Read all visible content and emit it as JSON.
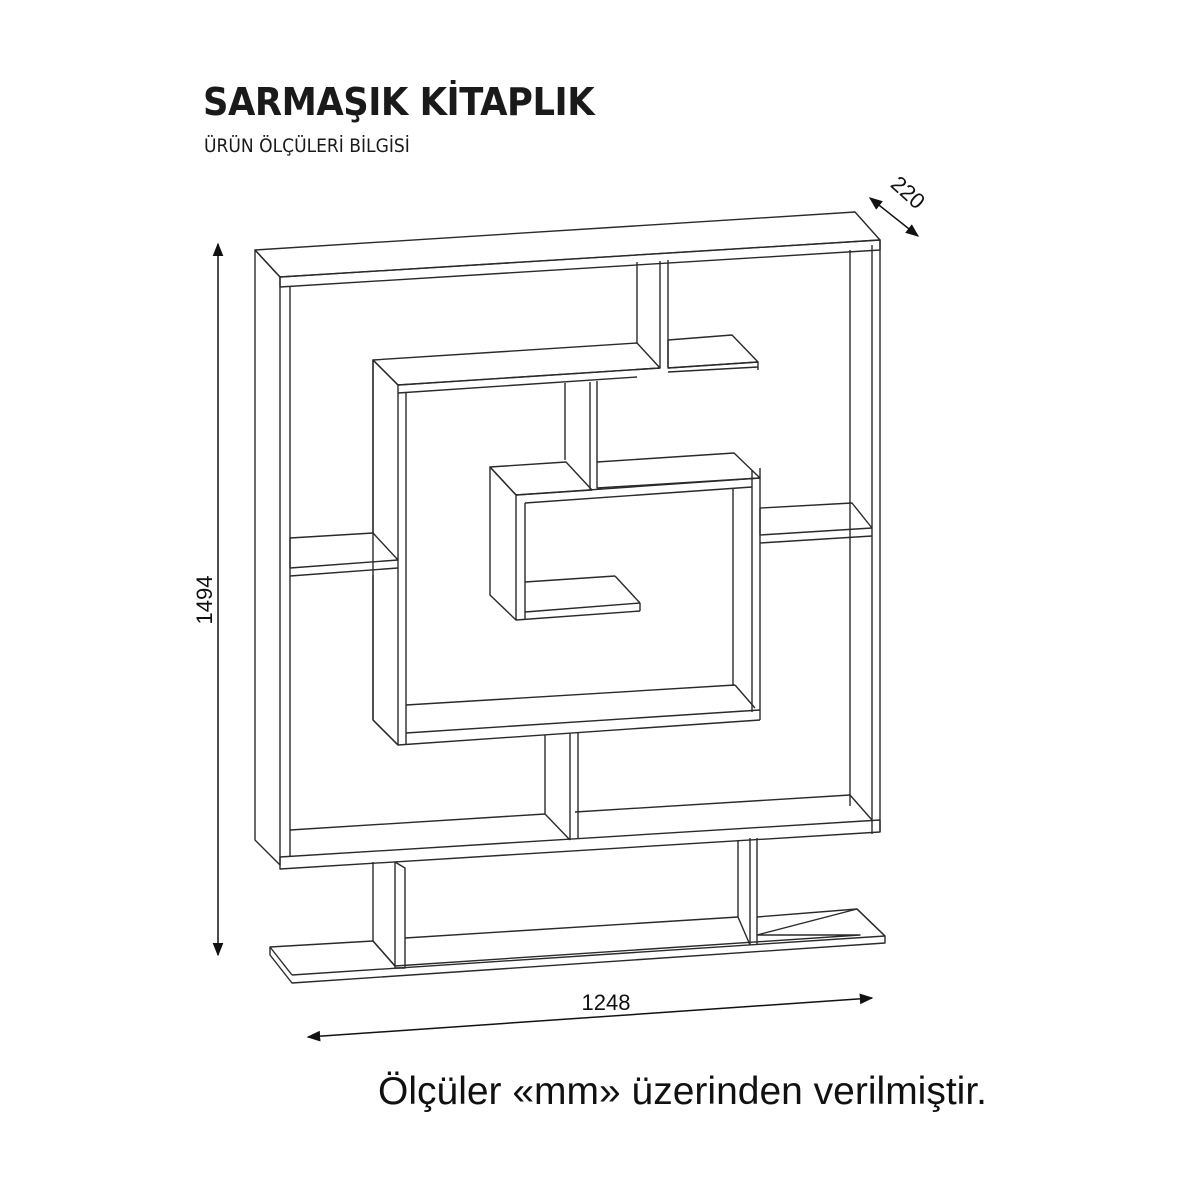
{
  "header": {
    "title": "SARMAŞIK KİTAPLIK",
    "subtitle": "ÜRÜN ÖLÇÜLERİ BİLGİSİ"
  },
  "dimensions": {
    "height": "1494",
    "width": "1248",
    "depth": "220",
    "unit": "mm"
  },
  "footer": {
    "note": "Ölçüler «mm» üzerinden verilmiştir."
  },
  "colors": {
    "line": "#2a2a2a",
    "background": "#ffffff"
  }
}
